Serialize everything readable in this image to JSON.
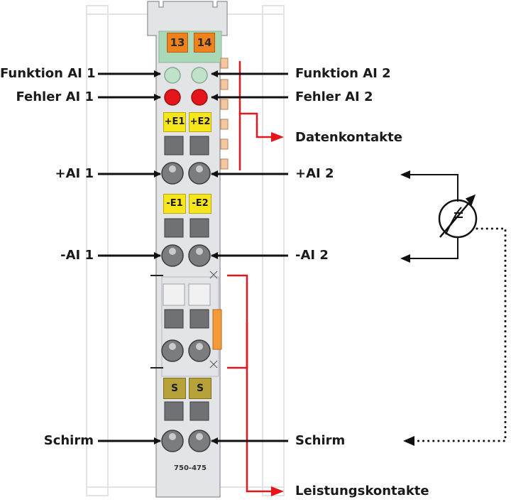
{
  "terminal": {
    "model": "750-475",
    "connector_labels": [
      "13",
      "14"
    ],
    "plus_labels": [
      "+E1",
      "+E2"
    ],
    "minus_labels": [
      "-E1",
      "-E2"
    ],
    "shield_labels": [
      "S",
      "S"
    ]
  },
  "labels": {
    "funktion_ai1": "Funktion AI 1",
    "fehler_ai1": "Fehler AI 1",
    "plus_ai1": "+AI 1",
    "minus_ai1": "-AI 1",
    "schirm_left": "Schirm",
    "funktion_ai2": "Funktion AI 2",
    "fehler_ai2": "Fehler AI 2",
    "datenkontakte": "Datenkontakte",
    "plus_ai2": "+AI 2",
    "minus_ai2": "-AI 2",
    "schirm_right": "Schirm",
    "leistungskontakte": "Leistungskontakte"
  },
  "colors": {
    "led_function": "#bfe3c8",
    "led_error": "#e4151b",
    "bus_line": "#e4151b",
    "housing": "#e3e4e6",
    "tag_orange": "#f0821e",
    "tag_yellow": "#f7e61c",
    "tag_olive": "#b7a23a"
  },
  "icons": [
    "sensor-symbol-icon"
  ]
}
